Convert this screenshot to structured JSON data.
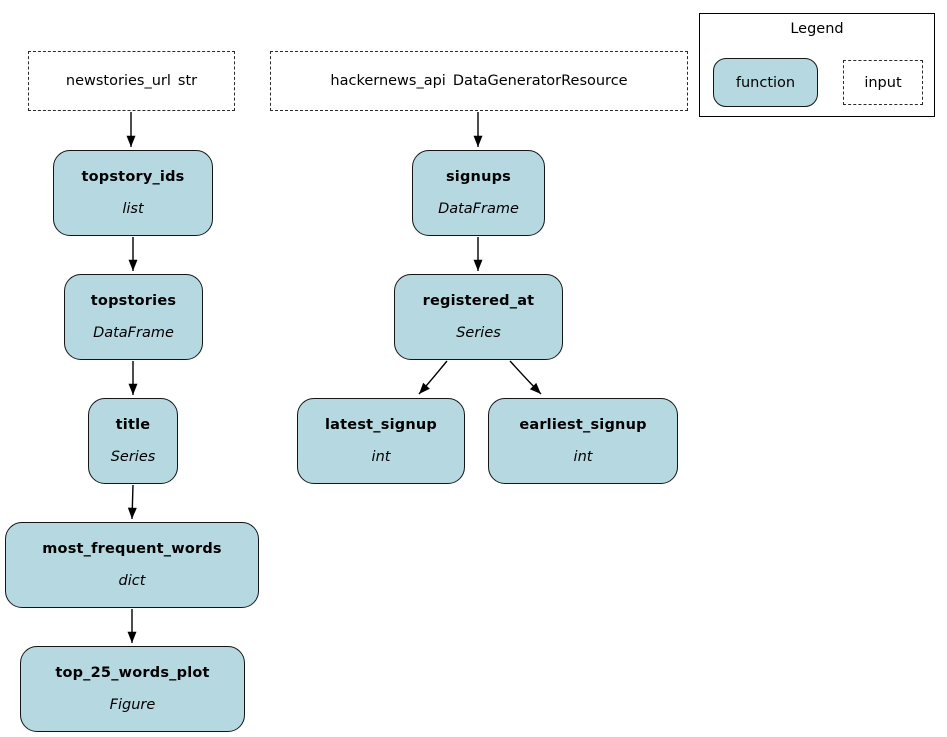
{
  "diagram": {
    "inputs": [
      {
        "name": "newstories_url",
        "type": "str"
      },
      {
        "name": "hackernews_api",
        "type": "DataGeneratorResource"
      }
    ],
    "nodes": [
      {
        "label": "topstory_ids",
        "type": "list"
      },
      {
        "label": "topstories",
        "type": "DataFrame"
      },
      {
        "label": "title",
        "type": "Series"
      },
      {
        "label": "most_frequent_words",
        "type": "dict"
      },
      {
        "label": "top_25_words_plot",
        "type": "Figure"
      },
      {
        "label": "signups",
        "type": "DataFrame"
      },
      {
        "label": "registered_at",
        "type": "Series"
      },
      {
        "label": "latest_signup",
        "type": "int"
      },
      {
        "label": "earliest_signup",
        "type": "int"
      }
    ],
    "edges": [
      {
        "from": "newstories_url",
        "to": "topstory_ids"
      },
      {
        "from": "topstory_ids",
        "to": "topstories"
      },
      {
        "from": "topstories",
        "to": "title"
      },
      {
        "from": "title",
        "to": "most_frequent_words"
      },
      {
        "from": "most_frequent_words",
        "to": "top_25_words_plot"
      },
      {
        "from": "hackernews_api",
        "to": "signups"
      },
      {
        "from": "signups",
        "to": "registered_at"
      },
      {
        "from": "registered_at",
        "to": "latest_signup"
      },
      {
        "from": "registered_at",
        "to": "earliest_signup"
      }
    ],
    "legend": {
      "title": "Legend",
      "function_label": "function",
      "input_label": "input"
    },
    "colors": {
      "function_fill": "#b6d8e0",
      "node_border": "#151515",
      "edge": "#000000",
      "background": "#ffffff"
    }
  }
}
